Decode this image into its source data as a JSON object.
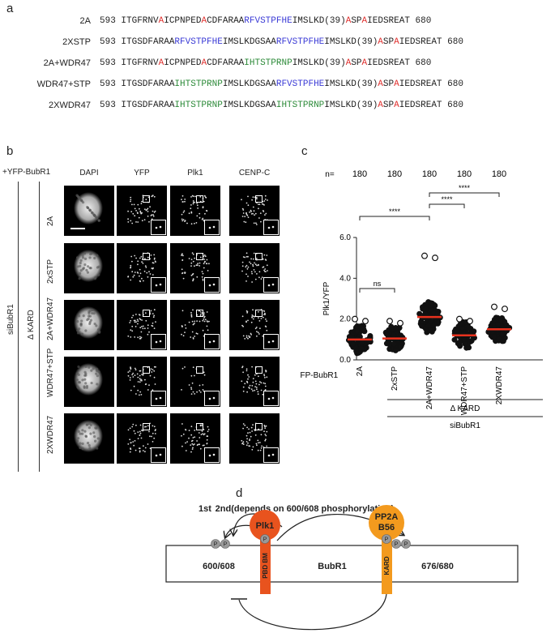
{
  "panels": {
    "a": "a",
    "b": "b",
    "c": "c",
    "d": "d"
  },
  "panel_a": {
    "rows": [
      {
        "label": "2A",
        "segments": [
          {
            "t": "593 ITGFRNV",
            "c": "k"
          },
          {
            "t": "A",
            "c": "r"
          },
          {
            "t": "ICPNPED",
            "c": "k"
          },
          {
            "t": "A",
            "c": "r"
          },
          {
            "t": "CDFARAA",
            "c": "k"
          },
          {
            "t": "RFVSTPFHE",
            "c": "b"
          },
          {
            "t": "IMSLKD(39)",
            "c": "k"
          },
          {
            "t": "A",
            "c": "r"
          },
          {
            "t": "SP",
            "c": "k"
          },
          {
            "t": "A",
            "c": "r"
          },
          {
            "t": "IEDSREAT 680",
            "c": "k"
          }
        ]
      },
      {
        "label": "2XSTP",
        "segments": [
          {
            "t": "593 ITGSDFARAA",
            "c": "k"
          },
          {
            "t": "RFVSTPFHE",
            "c": "b"
          },
          {
            "t": "IMSLKDGSAA",
            "c": "k"
          },
          {
            "t": "RFVSTPFHE",
            "c": "b"
          },
          {
            "t": "IMSLKD(39)",
            "c": "k"
          },
          {
            "t": "A",
            "c": "r"
          },
          {
            "t": "SP",
            "c": "k"
          },
          {
            "t": "A",
            "c": "r"
          },
          {
            "t": "IEDSREAT 680",
            "c": "k"
          }
        ]
      },
      {
        "label": "2A+WDR47",
        "segments": [
          {
            "t": "593 ITGFRNV",
            "c": "k"
          },
          {
            "t": "A",
            "c": "r"
          },
          {
            "t": "ICPNPED",
            "c": "k"
          },
          {
            "t": "A",
            "c": "r"
          },
          {
            "t": "CDFARAA",
            "c": "k"
          },
          {
            "t": "IHTSTPRNP",
            "c": "g"
          },
          {
            "t": "IMSLKD(39)",
            "c": "k"
          },
          {
            "t": "A",
            "c": "r"
          },
          {
            "t": "SP",
            "c": "k"
          },
          {
            "t": "A",
            "c": "r"
          },
          {
            "t": "IEDSREAT 680",
            "c": "k"
          }
        ]
      },
      {
        "label": "WDR47+STP",
        "segments": [
          {
            "t": "593 ITGSDFARAA",
            "c": "k"
          },
          {
            "t": "IHTSTPRNP",
            "c": "g"
          },
          {
            "t": "IMSLKDGSAA",
            "c": "k"
          },
          {
            "t": "RFVSTPFHE",
            "c": "b"
          },
          {
            "t": "IMSLKD(39)",
            "c": "k"
          },
          {
            "t": "A",
            "c": "r"
          },
          {
            "t": "SP",
            "c": "k"
          },
          {
            "t": "A",
            "c": "r"
          },
          {
            "t": "IEDSREAT 680",
            "c": "k"
          }
        ]
      },
      {
        "label": "2XWDR47",
        "segments": [
          {
            "t": "593 ITGSDFARAA",
            "c": "k"
          },
          {
            "t": "IHTSTPRNP",
            "c": "g"
          },
          {
            "t": "IMSLKDGSAA",
            "c": "k"
          },
          {
            "t": "IHTSTPRNP",
            "c": "g"
          },
          {
            "t": "IMSLKD(39)",
            "c": "k"
          },
          {
            "t": "A",
            "c": "r"
          },
          {
            "t": "SP",
            "c": "k"
          },
          {
            "t": "A",
            "c": "r"
          },
          {
            "t": "IEDSREAT 680",
            "c": "k"
          }
        ]
      }
    ]
  },
  "panel_b": {
    "construct_label": "+YFP-BubR1",
    "columns": [
      "DAPI",
      "YFP",
      "Plk1",
      "CENP-C"
    ],
    "rows": [
      "2A",
      "2xSTP",
      "2A+WDR47",
      "WDR47+STP",
      "2XWDR47"
    ],
    "group_label": "Δ KARD",
    "sirna_label": "siBubR1"
  },
  "chart_data": {
    "type": "scatter",
    "ylabel": "Plk1/YFP",
    "ylim": [
      0,
      6
    ],
    "yticks": [
      "0.0",
      "2.0",
      "4.0",
      "6.0"
    ],
    "categories": [
      "2A",
      "2xSTP",
      "2A+WDR47",
      "WDR47+STP",
      "2XWDR47"
    ],
    "n_label": "n=",
    "n_values": [
      "180",
      "180",
      "180",
      "180",
      "180"
    ],
    "means": [
      1.0,
      1.05,
      2.1,
      1.2,
      1.5
    ],
    "max_points": [
      2.0,
      1.9,
      5.1,
      2.0,
      2.6
    ],
    "spread": [
      0.45,
      0.4,
      0.5,
      0.45,
      0.4
    ],
    "x_construct_label": "+YFP-BubR1",
    "group_label": "Δ KARD",
    "sirna_label": "siBubR1",
    "comparisons": [
      {
        "from": "2A",
        "to": "2A+WDR47",
        "label": "****"
      },
      {
        "from": "2A",
        "to": "2xSTP",
        "label": "ns"
      },
      {
        "from": "2A+WDR47",
        "to": "WDR47+STP",
        "label": "****"
      },
      {
        "from": "2A+WDR47",
        "to": "2XWDR47",
        "label": "****"
      }
    ],
    "mean_color": "#e8321e"
  },
  "panel_d": {
    "first_label": "1st",
    "second_label": "2nd(depends on 600/608 phosphorylation)",
    "plk1_label": "Plk1",
    "pp2a_label_1": "PP2A",
    "pp2a_label_2": "B56",
    "p_label": "P",
    "site_left": "600/608",
    "bubr1_label": "BubR1",
    "site_right": "676/680",
    "pbd_label": "PBD BM",
    "kard_label": "KARD",
    "plk1_color": "#e8531e",
    "pp2a_color": "#f39a1e"
  }
}
